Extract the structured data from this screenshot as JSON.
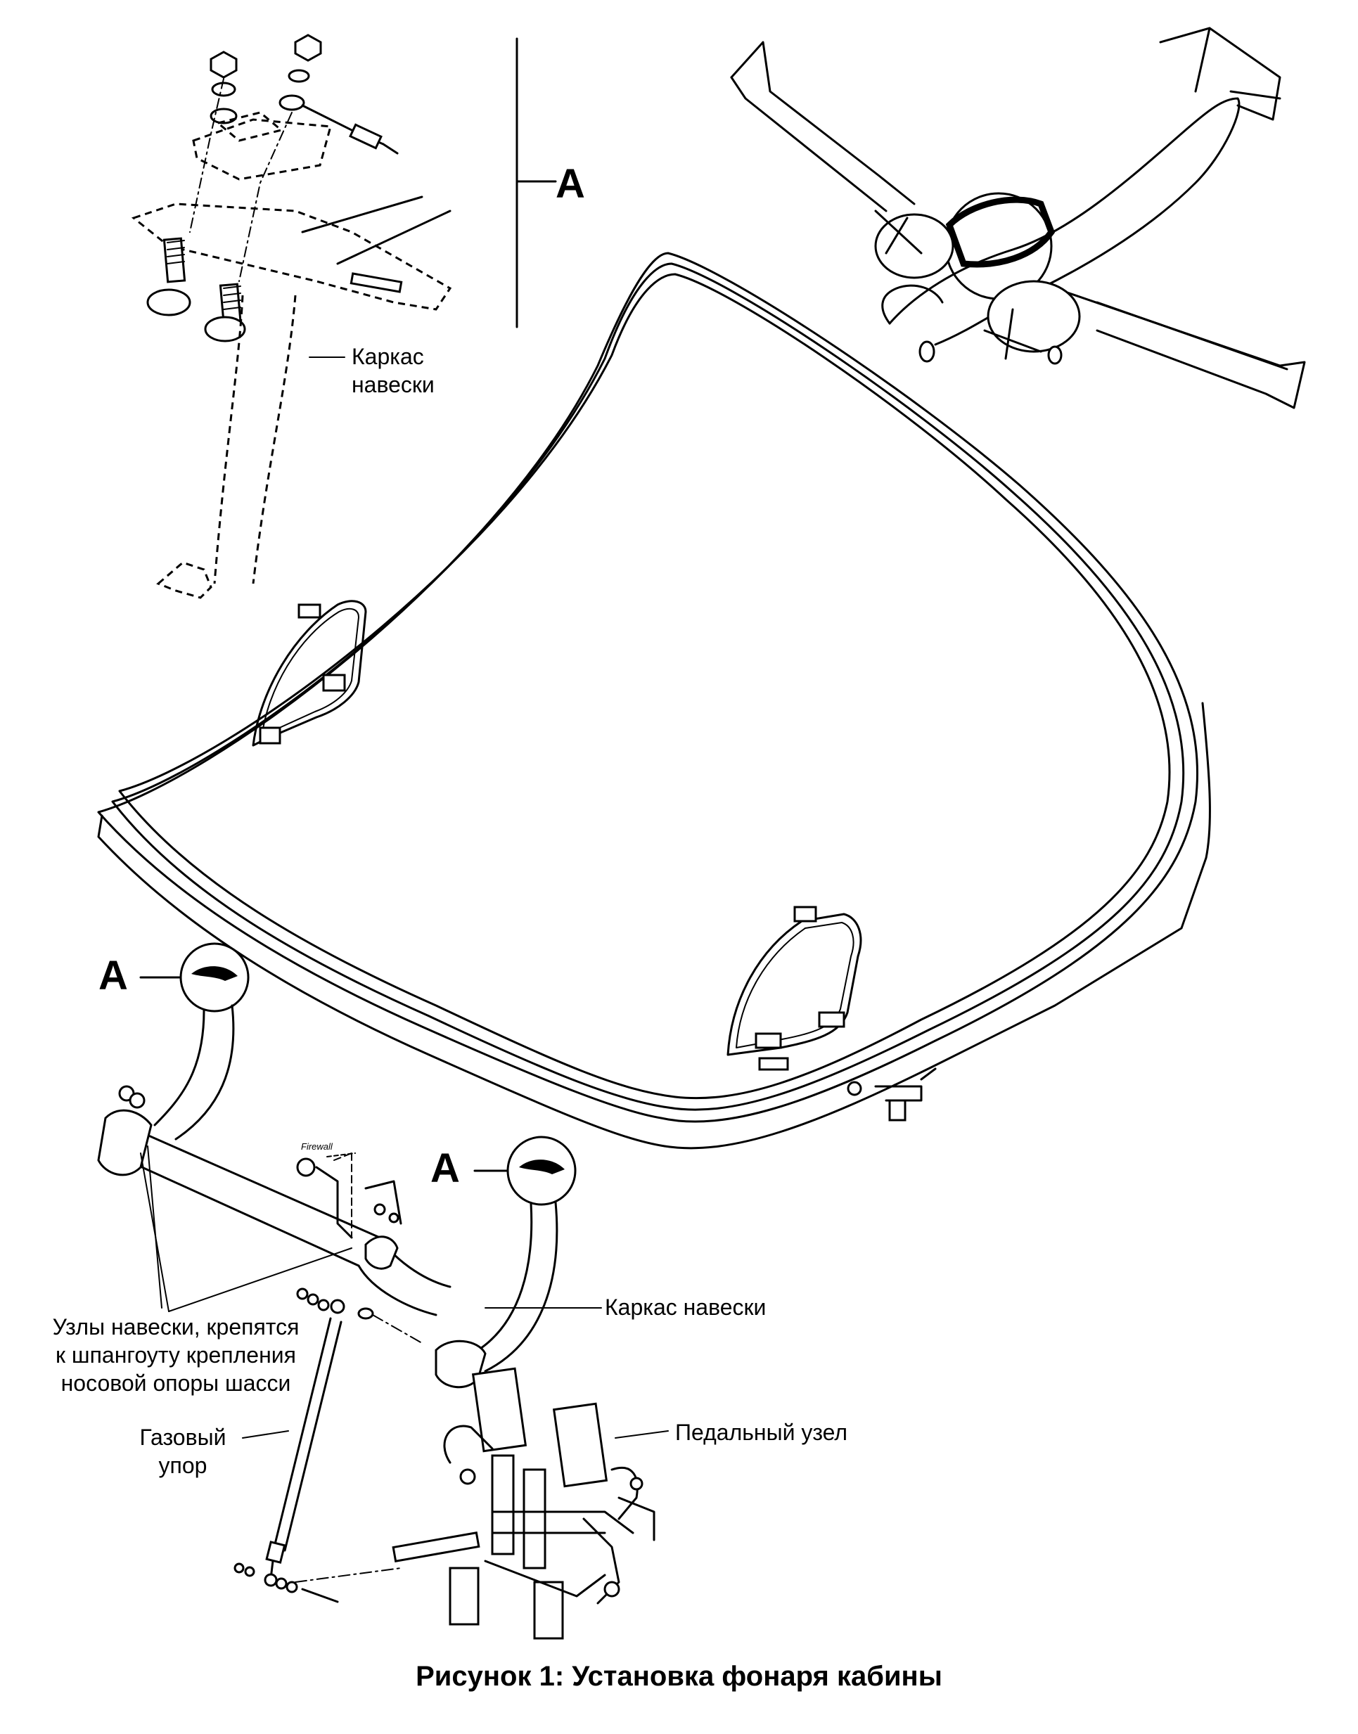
{
  "labels": {
    "detail_marker": "A",
    "detail_marker_left": "A",
    "detail_marker_right": "A",
    "frame_top": [
      "Каркас",
      "навески"
    ],
    "frame_bottom": "Каркас навески",
    "hinge_nodes": [
      "Узлы навески, крепятся",
      "к шпангоуту крепления",
      "носовой опоры шасси"
    ],
    "gas_strut": [
      "Газовый",
      "упор"
    ],
    "pedal_unit": "Педальный узел",
    "firewall_tag": "Firewall"
  },
  "caption": "Рисунок 1: Установка фонаря кабины"
}
